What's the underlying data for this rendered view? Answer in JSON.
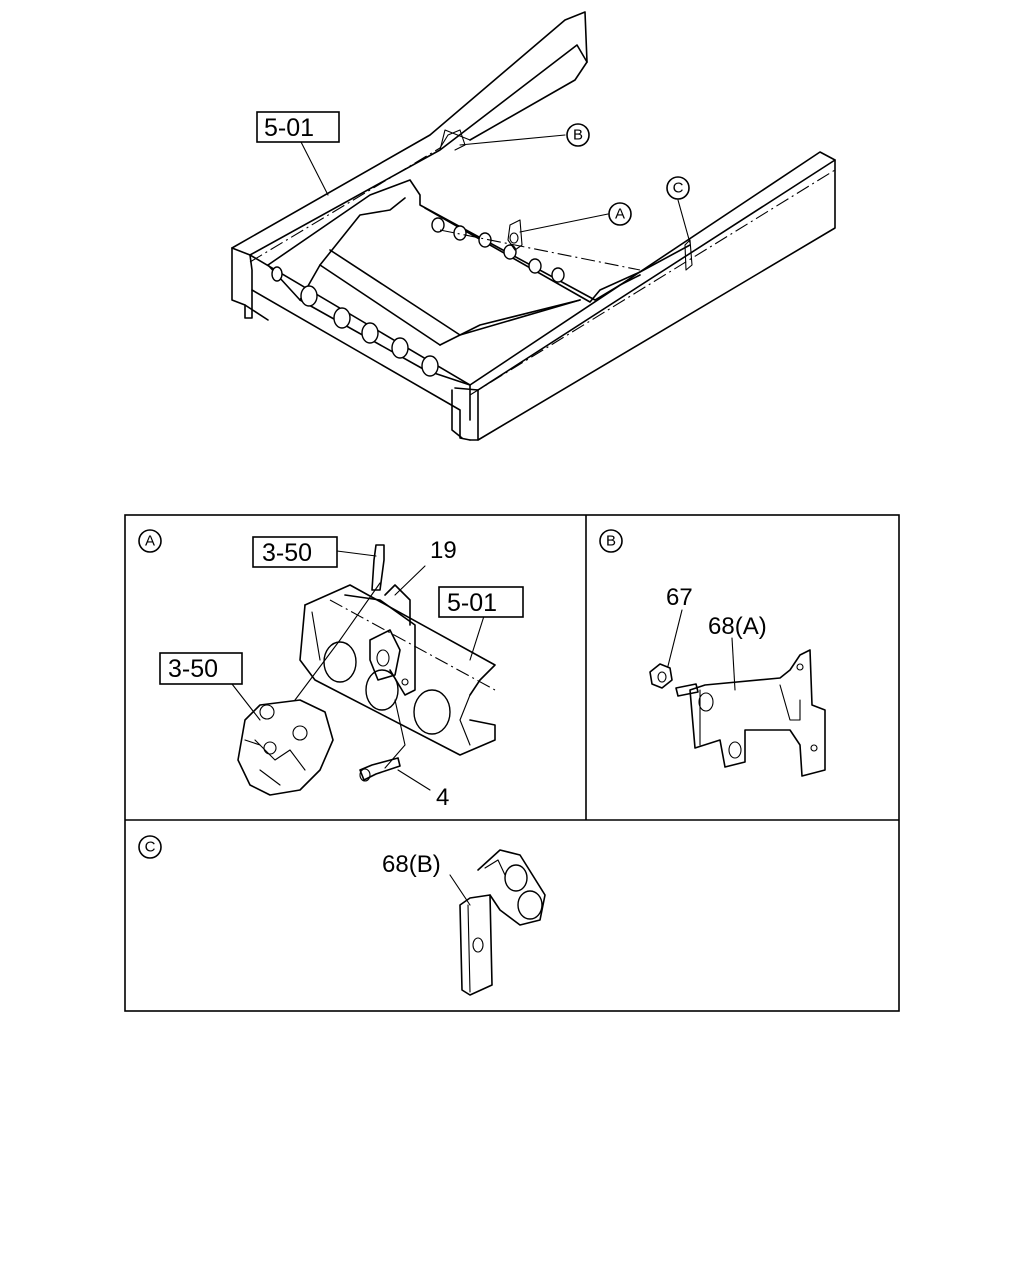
{
  "top_view": {
    "ref_frame": "5-01",
    "callout_a": "A",
    "callout_b": "B",
    "callout_c": "C"
  },
  "detail_a": {
    "tag": "A",
    "ref_upper": "3-50",
    "ref_lower": "3-50",
    "ref_frame": "5-01",
    "part_19": "19",
    "part_4": "4"
  },
  "detail_b": {
    "tag": "B",
    "part_67": "67",
    "part_68a": "68(A)"
  },
  "detail_c": {
    "tag": "C",
    "part_68b": "68(B)"
  }
}
